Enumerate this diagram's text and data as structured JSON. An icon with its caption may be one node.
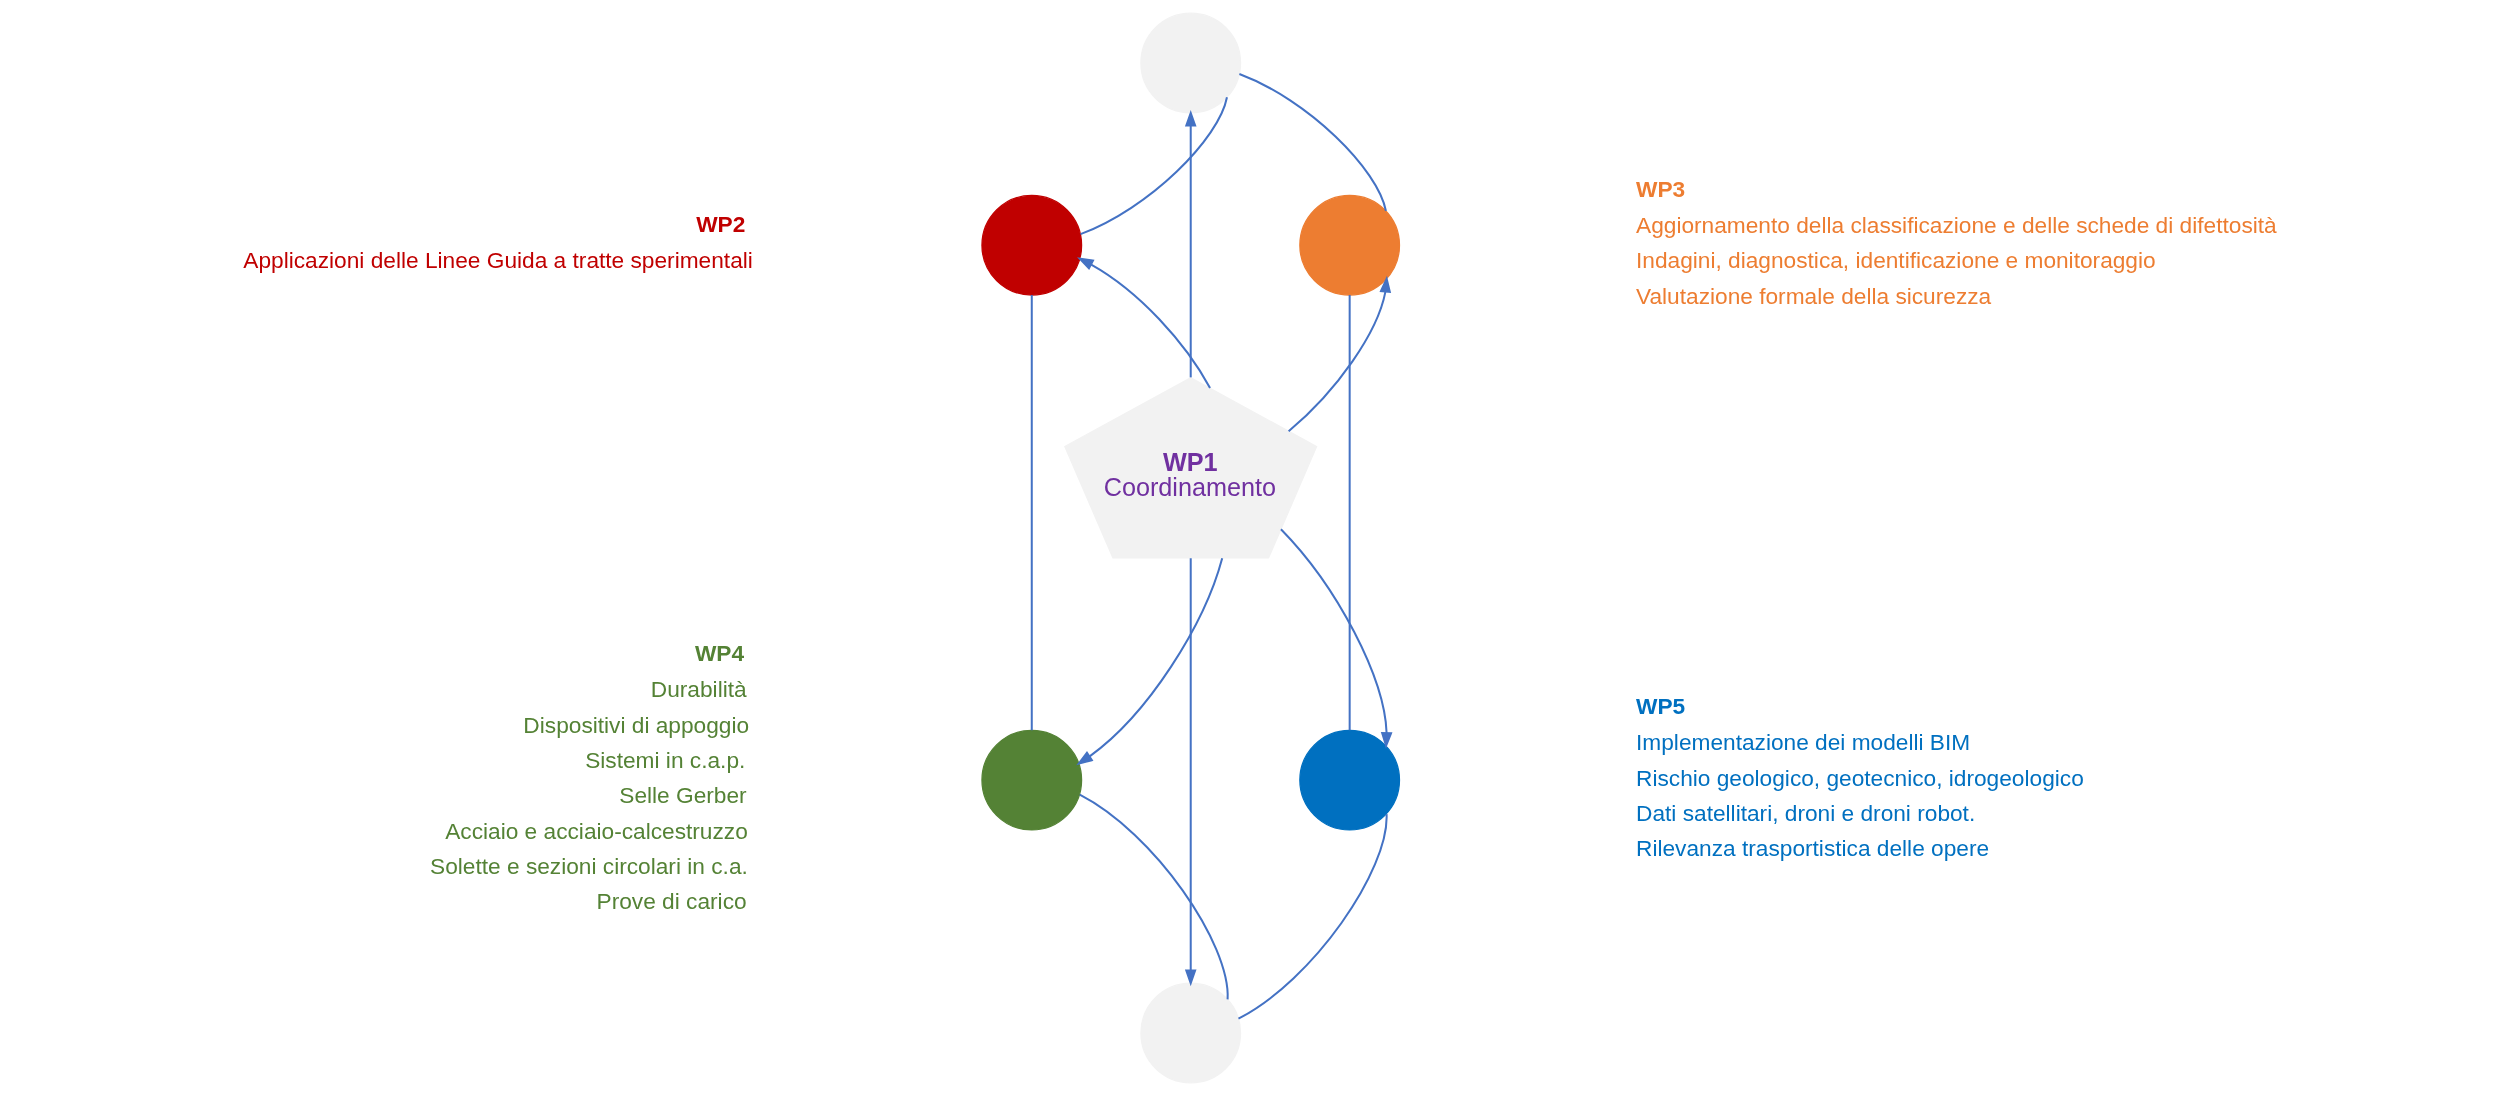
{
  "diagram": {
    "nodes": [
      {
        "text": [],
        "shape": "circle"
      },
      {
        "text": [],
        "shape": "circle",
        "beside": [
          "WP2",
          "Applicazioni delle Linee Guida a tratte sperimentali"
        ]
      },
      {
        "text": [],
        "shape": "circle",
        "beside": [
          "WP3",
          "Aggiornamento della classificazione e delle schede di difettosità",
          "Indagini, diagnostica, identificazione e monitoraggio",
          "Valutazione formale della sicurezza"
        ]
      },
      {
        "text": [
          "WP1",
          "Coordinamento"
        ]
      },
      {
        "text": [],
        "shape": "circle",
        "beside": [
          "WP4",
          "Durabilità",
          "Dispositivi di appoggio",
          "Sistemi in c.a.p.",
          "Selle Gerber",
          "Acciaio e acciaio-calcestruzzo",
          "Solette e sezioni circolari in c.a.",
          "Prove di carico"
        ]
      },
      {
        "text": [],
        "shape": "circle",
        "beside": [
          "WP5",
          "Implementazione dei modelli BIM",
          "Rischio geologico, geotecnico, idrogeologico",
          "Dati satellitari, droni e droni robot.",
          "Rilevanza trasportistica delle opere"
        ]
      },
      {
        "text": [],
        "shape": "circle"
      }
    ],
    "edges": [
      {
        "from": 3,
        "to": 1,
        "arrow": "to"
      },
      {
        "from": 3,
        "to": 0,
        "arrow": "to"
      },
      {
        "from": 3,
        "to": 2,
        "arrow": "to"
      },
      {
        "from": 3,
        "to": 4,
        "arrow": "to"
      },
      {
        "from": 3,
        "to": 5,
        "arrow": "to"
      },
      {
        "from": 3,
        "to": 6,
        "arrow": "to"
      },
      {
        "from": 1,
        "to": 0,
        "arrow": "none"
      },
      {
        "from": 0,
        "to": 2,
        "arrow": "none"
      },
      {
        "from": 2,
        "to": 5,
        "arrow": "none"
      },
      {
        "from": 5,
        "to": 6,
        "arrow": "none"
      },
      {
        "from": 6,
        "to": 4,
        "arrow": "none"
      },
      {
        "from": 4,
        "to": 1,
        "arrow": "none"
      }
    ]
  }
}
